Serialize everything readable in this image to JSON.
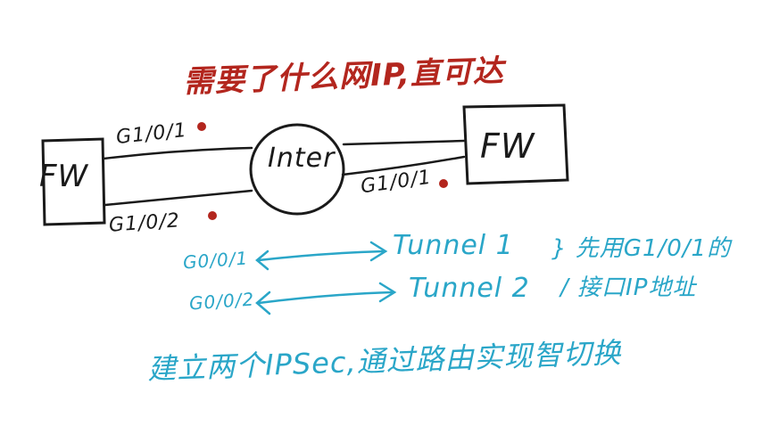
{
  "title": "需要了什么网IP,直可达",
  "nodes": {
    "fw_left": "FW",
    "fw_right": "FW",
    "internet": "Inter"
  },
  "interfaces": {
    "left_upper": "G1/0/1",
    "left_lower": "G1/0/2",
    "right": "G1/0/1",
    "bottom_upper": "G0/0/1",
    "bottom_lower": "G0/0/2"
  },
  "tunnels": {
    "tunnel1": "Tunnel 1",
    "tunnel2": "Tunnel 2"
  },
  "notes": {
    "note1": "} 先用G1/0/1的",
    "note2": "/ 接口IP地址"
  },
  "bottom_text": "建立两个IPSec,通过路由实现智切换",
  "colors": {
    "black_ink": "#1a1a1a",
    "red_ink": "#b3261e",
    "blue_ink": "#2aa6c8"
  }
}
